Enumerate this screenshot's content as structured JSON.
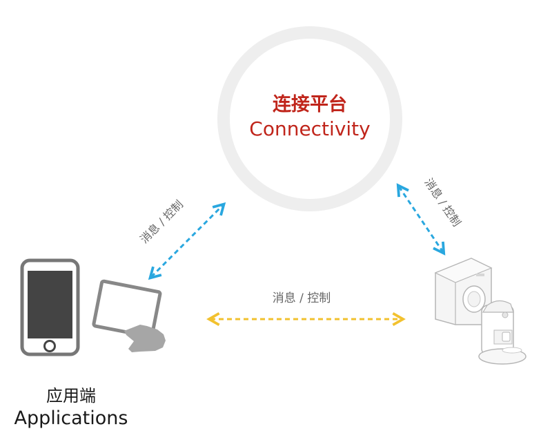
{
  "platform": {
    "title_cn": "连接平台",
    "title_en": "Connectivity"
  },
  "links": {
    "left_label": "消息 / 控制",
    "right_label": "消息 / 控制",
    "bottom_label": "消息 / 控制"
  },
  "applications": {
    "title_cn": "应用端",
    "title_en": "Applications"
  },
  "colors": {
    "accent_red": "#c0251b",
    "arrow_blue": "#29a7df",
    "arrow_yellow": "#f2c12e",
    "ring_gray": "#eeeeee",
    "device_gray": "#777777"
  }
}
